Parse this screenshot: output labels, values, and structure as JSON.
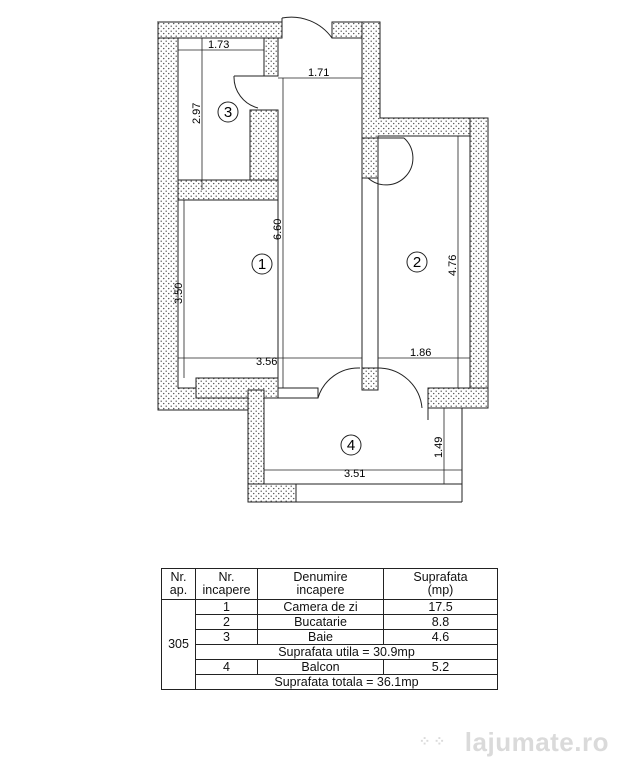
{
  "plan": {
    "dimensions": {
      "baie_width": "1.73",
      "hall_width": "1.71",
      "baie_depth": "2.97",
      "total_depth": "6.60",
      "camera_depth": "3.50",
      "camera_width": "3.56",
      "bucatarie_depth": "4.76",
      "bucatarie_width": "1.86",
      "balcon_depth": "1.49",
      "balcon_width": "3.51"
    },
    "room_markers": [
      "1",
      "2",
      "3",
      "4"
    ]
  },
  "table": {
    "headers": {
      "ap_l1": "Nr.",
      "ap_l2": "ap.",
      "room_l1": "Nr.",
      "room_l2": "incapere",
      "name_l1": "Denumire",
      "name_l2": "incapere",
      "area_l1": "Suprafata",
      "area_l2": "(mp)"
    },
    "apartment": "305",
    "rows": [
      {
        "nr": "1",
        "name": "Camera de zi",
        "area": "17.5"
      },
      {
        "nr": "2",
        "name": "Bucatarie",
        "area": "8.8"
      },
      {
        "nr": "3",
        "name": "Baie",
        "area": "4.6"
      }
    ],
    "usable_total": "Suprafata utila = 30.9mp",
    "balcony_row": {
      "nr": "4",
      "name": "Balcon",
      "area": "5.2"
    },
    "grand_total": "Suprafata totala = 36.1mp"
  },
  "watermark": {
    "text": "lajumate.ro"
  }
}
